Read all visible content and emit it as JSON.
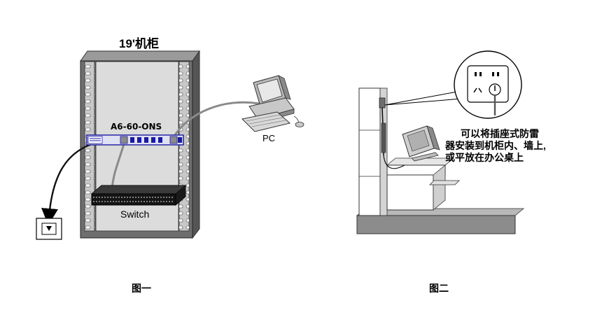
{
  "figure1": {
    "cabinet_label": "19'机柜",
    "device_label": "A6-60-ONS",
    "switch_label": "Switch",
    "pc_label": "PC",
    "caption": "图一"
  },
  "figure2": {
    "note_lines": [
      "可以将插座式防雷",
      "器安装到机柜内、墙上,",
      "或平放在办公桌上"
    ],
    "caption": "图二"
  },
  "colors": {
    "cabinet_dark": "#6e6e6e",
    "cabinet_inner": "#dcdcdc",
    "device_blue": "#1a1aa0",
    "cable_gray": "#8a8a8a",
    "floor_gray": "#8c8c8c"
  }
}
